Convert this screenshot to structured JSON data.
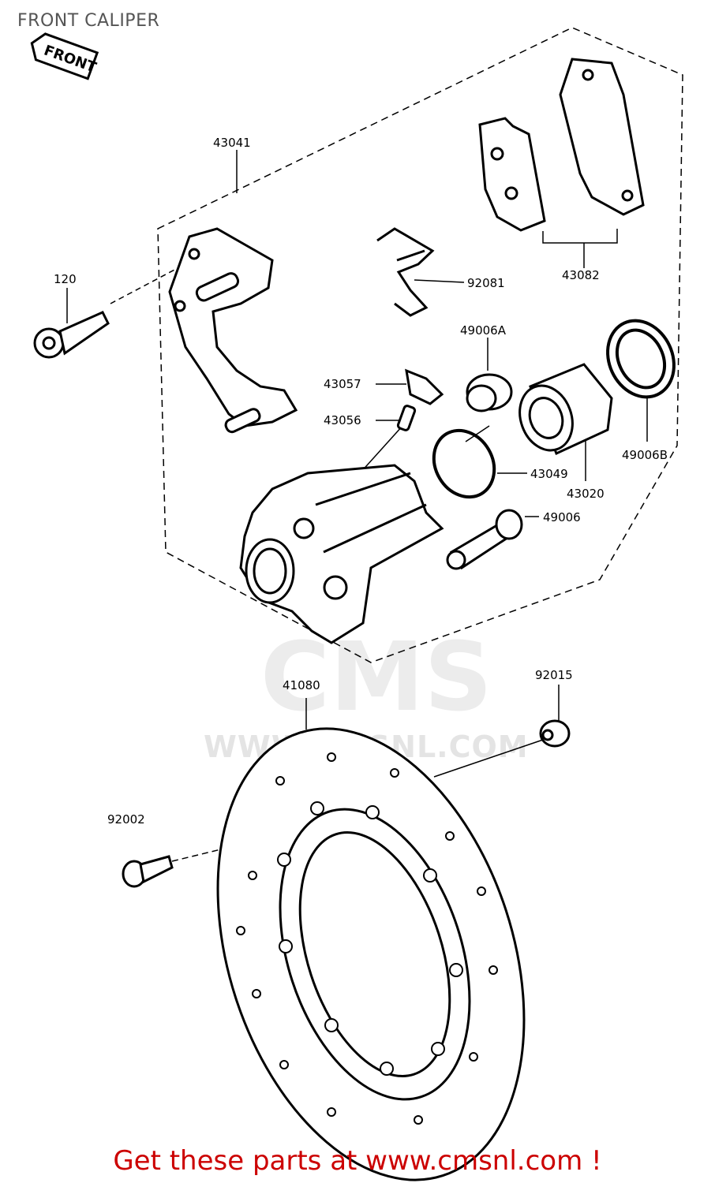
{
  "title": "FRONT CALIPER",
  "front_badge": "FRONT",
  "watermark": {
    "big": "CMS",
    "url": "WWW.CMSNL.COM"
  },
  "parts": {
    "p43041": "43041",
    "p120": "120",
    "p92081": "92081",
    "p43082": "43082",
    "p49006A": "49006A",
    "p43057": "43057",
    "p43056": "43056",
    "p43049": "43049",
    "p43020": "43020",
    "p49006B": "49006B",
    "p49006": "49006",
    "p41080": "41080",
    "p92015": "92015",
    "p92002": "92002"
  },
  "footer": "Get these parts at www.cmsnl.com !",
  "colors": {
    "footer": "#cc0000",
    "title": "#555555",
    "line": "#000000"
  }
}
